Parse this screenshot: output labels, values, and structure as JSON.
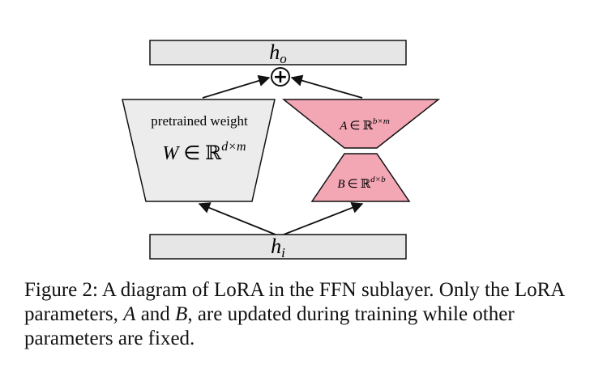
{
  "diagram": {
    "output_label_base": "h",
    "output_label_sub": "o",
    "input_label_base": "h",
    "input_label_sub": "i",
    "plus_symbol": "+",
    "pretrained_label": "pretrained weight",
    "w_var": "W",
    "w_in": "∈",
    "w_set": "ℝ",
    "w_dims": "d×m",
    "a_var": "A",
    "a_in": "∈",
    "a_set": "ℝ",
    "a_dims": "b×m",
    "b_var": "B",
    "b_in": "∈",
    "b_set": "ℝ",
    "b_dims": "d×b",
    "colors": {
      "bar_fill": "#e6e6e6",
      "pretrained_fill": "#ececec",
      "lora_fill": "#f3a6b4",
      "stroke": "#111111"
    }
  },
  "caption": {
    "part1": "Figure 2: A diagram of LoRA in the FFN sublayer. Only the LoRA parameters, ",
    "a": "A",
    "part2": " and ",
    "b": "B",
    "part3": ", are updated during training while other parameters are fixed."
  }
}
